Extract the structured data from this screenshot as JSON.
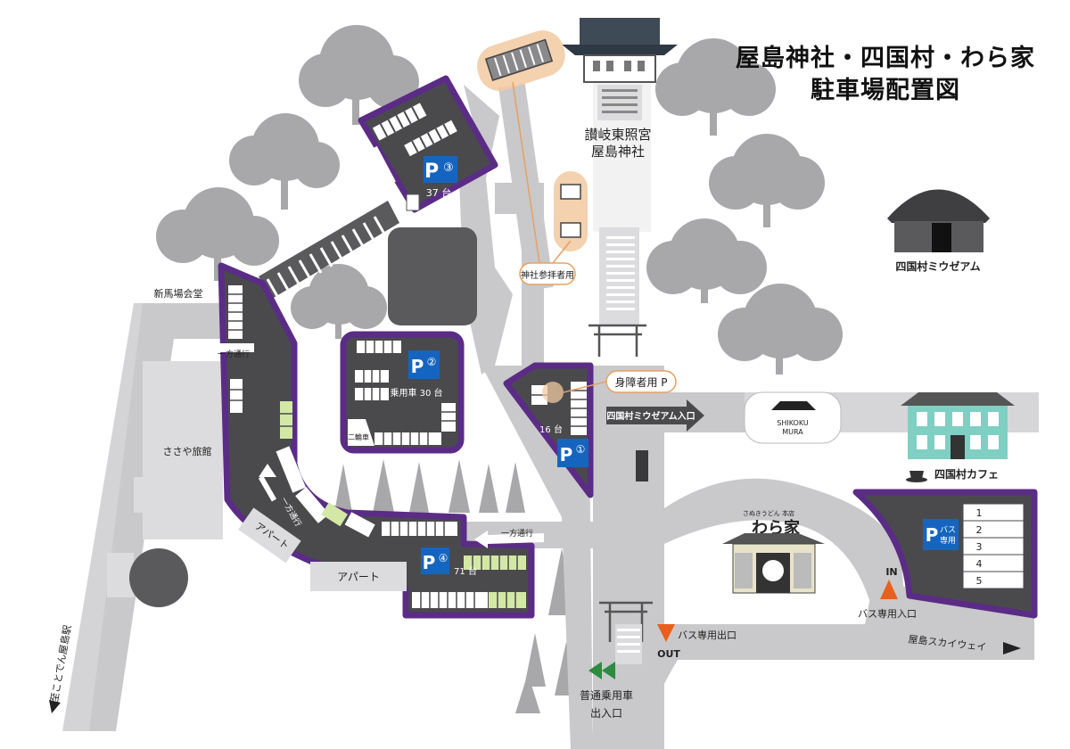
{
  "title": {
    "line1": "屋島神社・四国村・わら家",
    "line2": "駐車場配置図"
  },
  "shrine": {
    "name_line1": "讃岐東照宮",
    "name_line2": "屋島神社",
    "worshipper_parking": "神社参拝者用"
  },
  "parking_lots": [
    {
      "number": "③",
      "mark": "P",
      "capacity": "37 台"
    },
    {
      "number": "②",
      "mark": "P",
      "capacity": "乗用車 30 台",
      "bike_area": "二輪車"
    },
    {
      "number": "①",
      "mark": "P",
      "capacity": "16 台"
    },
    {
      "number": "④",
      "mark": "P",
      "capacity": "71 台"
    }
  ],
  "bus_parking": {
    "mark": "P",
    "label_line1": "バス",
    "label_line2": "専用",
    "bays": [
      "1",
      "2",
      "3",
      "4",
      "5"
    ]
  },
  "labels": {
    "shinbaba_hall": "新馬場会堂",
    "sasaya_ryokan": "ささや旅館",
    "apartment_upper": "アパート",
    "apartment_lower": "アパート",
    "one_way_a": "一方通行",
    "one_way_b": "一方通行",
    "one_way_c": "一方通行",
    "accessible_parking": "身障者用 P",
    "museum_entrance": "四国村ミウゼアム入口",
    "museum": "四国村ミウゼアム",
    "shikoku_mura_line1": "SHIKOKU",
    "shikoku_mura_line2": "MURA",
    "cafe": "四国村カフェ",
    "warayo_sign": "わら家",
    "warayo_sub": "さぬきうどん 本店",
    "bus_exit": "バス専用出口",
    "bus_entrance": "バス専用入口",
    "in": "IN",
    "out": "OUT",
    "skyway": "屋島スカイウェイ",
    "car_entrance_line1": "普通乗用車",
    "car_entrance_line2": "出入口",
    "to_station": "至ことでん屋島駅"
  },
  "colors": {
    "lot_border": "#5b2c86",
    "lot_fill": "#4a4a4d",
    "road": "#c9c9cb",
    "light_road": "#dedee0",
    "parking_sign": "#1565c0",
    "highlight": "#f2c9a1",
    "in_arrow": "#e8601c",
    "green_arrow": "#2e8b3f",
    "accent_space": "#d4e8a6"
  }
}
